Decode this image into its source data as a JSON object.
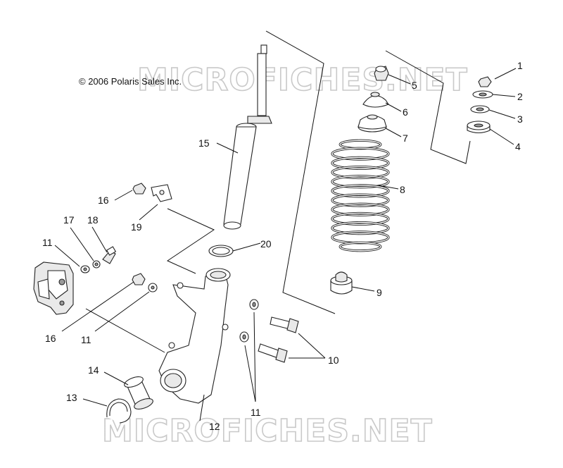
{
  "copyright": "© 2006 Polaris Sales Inc.",
  "watermark": "MICROFICHES.NET",
  "callouts": {
    "c1": "1",
    "c2": "2",
    "c3": "3",
    "c4": "4",
    "c5": "5",
    "c6": "6",
    "c7": "7",
    "c8": "8",
    "c9": "9",
    "c10": "10",
    "c11a": "11",
    "c11b": "11",
    "c11c": "11",
    "c12": "12",
    "c13": "13",
    "c14": "14",
    "c15": "15",
    "c16a": "16",
    "c16b": "16",
    "c17": "17",
    "c18": "18",
    "c19": "19",
    "c20": "20"
  }
}
